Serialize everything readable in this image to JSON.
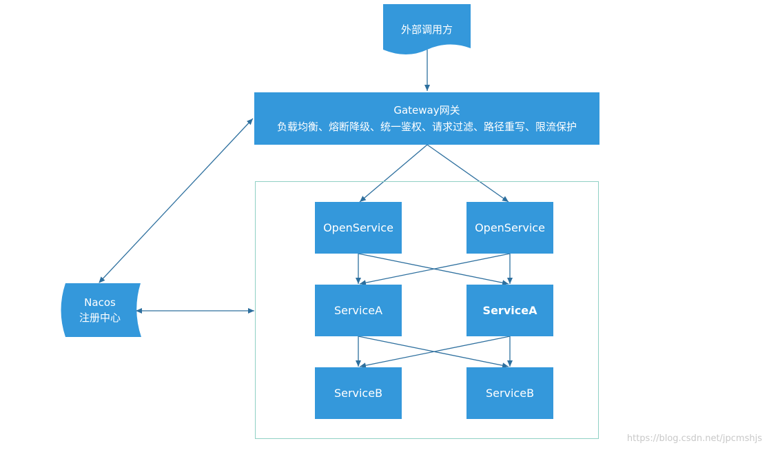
{
  "external_caller": {
    "label": "外部调用方"
  },
  "gateway": {
    "title": "Gateway网关",
    "features": "负载均衡、熔断降级、统一鉴权、请求过滤、路径重写、限流保护"
  },
  "nacos": {
    "name": "Nacos",
    "subtitle": "注册中心"
  },
  "services": {
    "open_left": "OpenService",
    "open_right": "OpenService",
    "a_left": "ServiceA",
    "a_right": "ServiceA",
    "b_left": "ServiceB",
    "b_right": "ServiceB"
  },
  "colors": {
    "box": "#3498db",
    "arrow": "#2d6f9e",
    "container_border": "#8fd0c4"
  },
  "watermark": "https://blog.csdn.net/jpcmshjs"
}
